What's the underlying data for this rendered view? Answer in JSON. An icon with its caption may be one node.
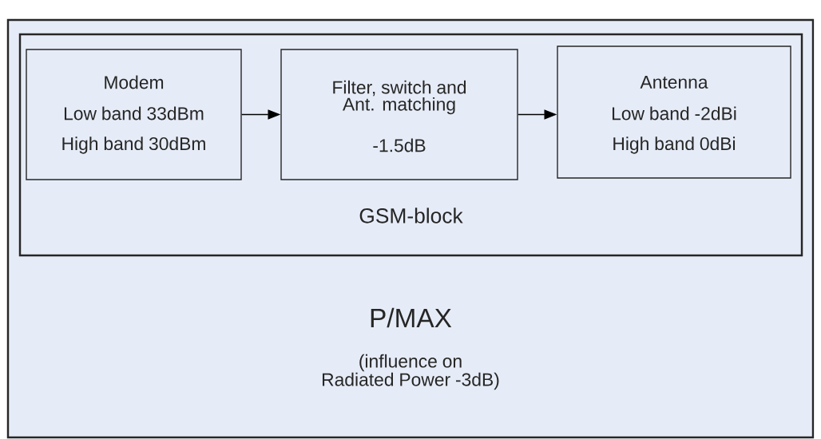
{
  "diagram": {
    "nodes": [
      {
        "text": [
          "P/MAX",
          "(influence on Radiated Power -3dB)"
        ]
      },
      {
        "text": [
          "GSM-block"
        ],
        "in": 0
      },
      {
        "text": [
          "Modem",
          "Low band 33dBm",
          "High band 30dBm"
        ],
        "in": 1
      },
      {
        "text": [
          "Filter, switch and Ant. matching",
          "-1.5dB"
        ],
        "in": 1
      },
      {
        "text": [
          "Antenna",
          "Low band -2dBi",
          "High band 0dBi"
        ],
        "in": 1
      }
    ],
    "edges": [
      {
        "from": 2,
        "to": 3,
        "arrow": "to"
      },
      {
        "from": 3,
        "to": 4,
        "arrow": "to"
      }
    ]
  }
}
